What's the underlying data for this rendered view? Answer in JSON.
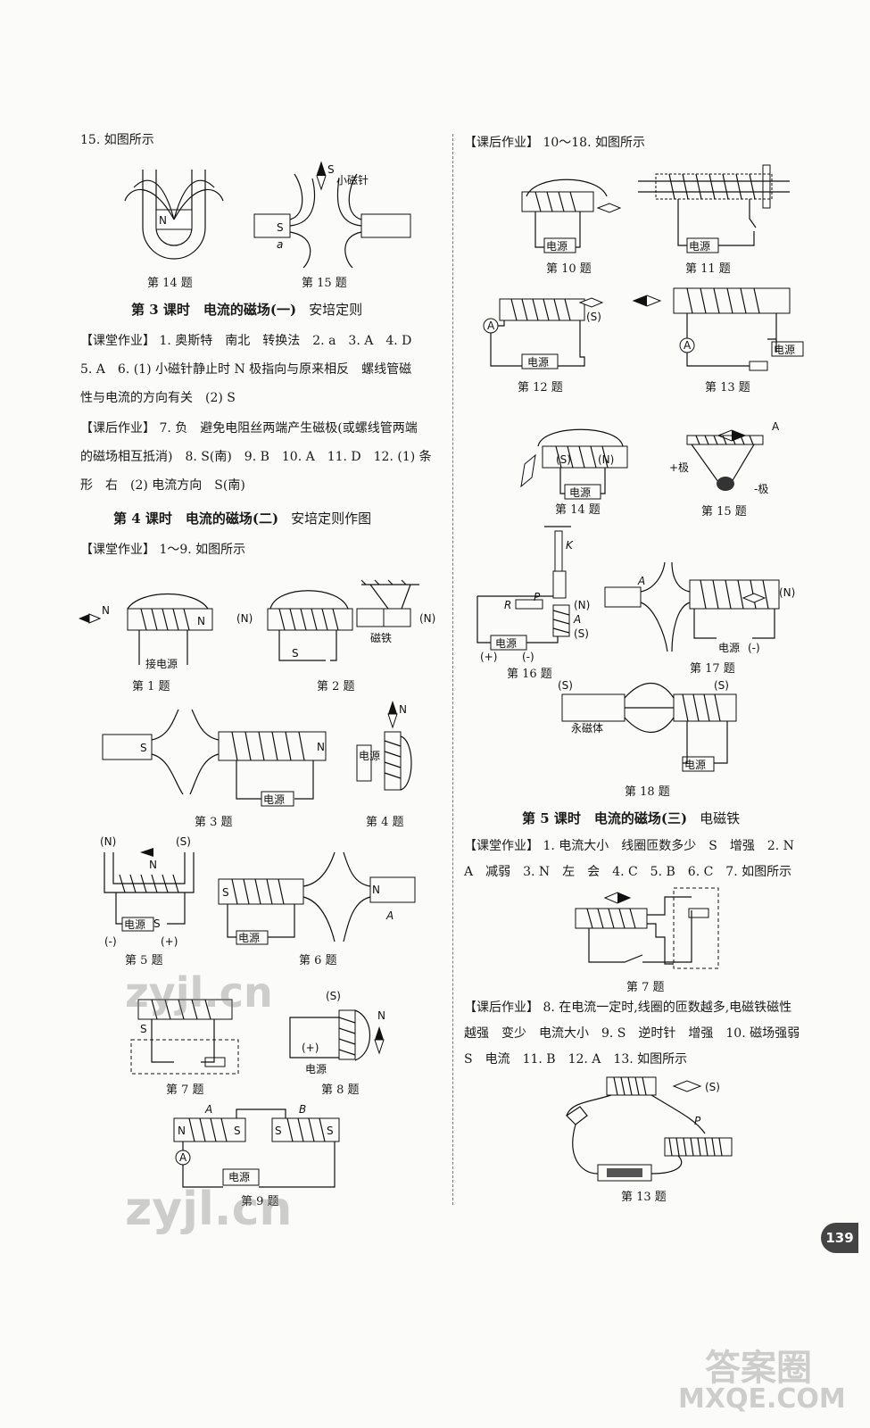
{
  "left": {
    "q15": "15. 如图所示",
    "fig14_cap": "第 14 题",
    "fig15_cap": "第 15 题",
    "fig15_label_needle": "小磁针",
    "fig15_label_S": "S",
    "fig15_label_S2": "S",
    "fig15_label_a": "a",
    "fig14_label_N": "N",
    "lesson3_title": "第 3 课时　电流的磁场(一)",
    "lesson3_sub": "安培定则",
    "l3_line1": "【课堂作业】 1. 奥斯特　南北　转换法　2. a　3. A　4. D",
    "l3_line2": "5. A　6. (1) 小磁针静止时 N 极指向与原来相反　螺线管磁",
    "l3_line3": "性与电流的方向有关　(2) S",
    "l3_line4": "【课后作业】 7. 负　避免电阻丝两端产生磁极(或螺线管两端",
    "l3_line5": "的磁场相互抵消)　8. S(南)　9. B　10. A　11. D　12. (1) 条",
    "l3_line6": "形　右　(2) 电流方向　S(南)",
    "lesson4_title": "第 4 课时　电流的磁场(二)",
    "lesson4_sub": "安培定则作图",
    "l4_line1": "【课堂作业】 1～9. 如图所示",
    "cap1": "第 1 题",
    "cap2": "第 2 题",
    "cap3": "第 3 题",
    "cap4": "第 4 题",
    "cap5": "第 5 题",
    "cap6": "第 6 题",
    "cap7": "第 7 题",
    "cap8": "第 8 题",
    "cap9": "第 9 题",
    "lbl_jiedianyuan": "接电源",
    "lbl_citie": "磁铁",
    "lbl_dianyuan": "电源",
    "lbl_N": "N",
    "lbl_S": "S",
    "lbl_pN": "(N)",
    "lbl_pS": "(S)",
    "lbl_A": "A",
    "lbl_B": "B",
    "lbl_plus": "(+)",
    "lbl_minus": "(-)"
  },
  "right": {
    "header": "【课后作业】 10～18. 如图所示",
    "cap10": "第 10 题",
    "cap11": "第 11 题",
    "cap12": "第 12 题",
    "cap13": "第 13 题",
    "cap14": "第 14 题",
    "cap15": "第 15 题",
    "cap16": "第 16 题",
    "cap17": "第 17 题",
    "cap18": "第 18 题",
    "lbl_dianyuan": "电源",
    "lbl_yongcitie": "永磁体",
    "lbl_plus_pole": "+极",
    "lbl_minus_pole": "-极",
    "lbl_K": "K",
    "lbl_R": "R",
    "lbl_P": "P",
    "lesson5_title": "第 5 课时　电流的磁场(三)",
    "lesson5_sub": "电磁铁",
    "l5_line1": "【课堂作业】 1. 电流大小　线圈匝数多少　S　增强　2. N",
    "l5_line2": "A　减弱　3. N　左　会　4. C　5. B　6. C　7. 如图所示",
    "cap7": "第 7 题",
    "l5_line3": "【课后作业】 8. 在电流一定时,线圈的匝数越多,电磁铁磁性",
    "l5_line4": "越强　变少　电流大小　9. S　逆时针　增强　10. 磁场强弱",
    "l5_line5": "S　电流　11. B　12. A　13. 如图所示",
    "cap13b": "第 13 题"
  },
  "page_number": "139",
  "watermarks": [
    "zyjl.cn",
    "zyjl.cn",
    "答案圈",
    "MXQE.COM"
  ]
}
